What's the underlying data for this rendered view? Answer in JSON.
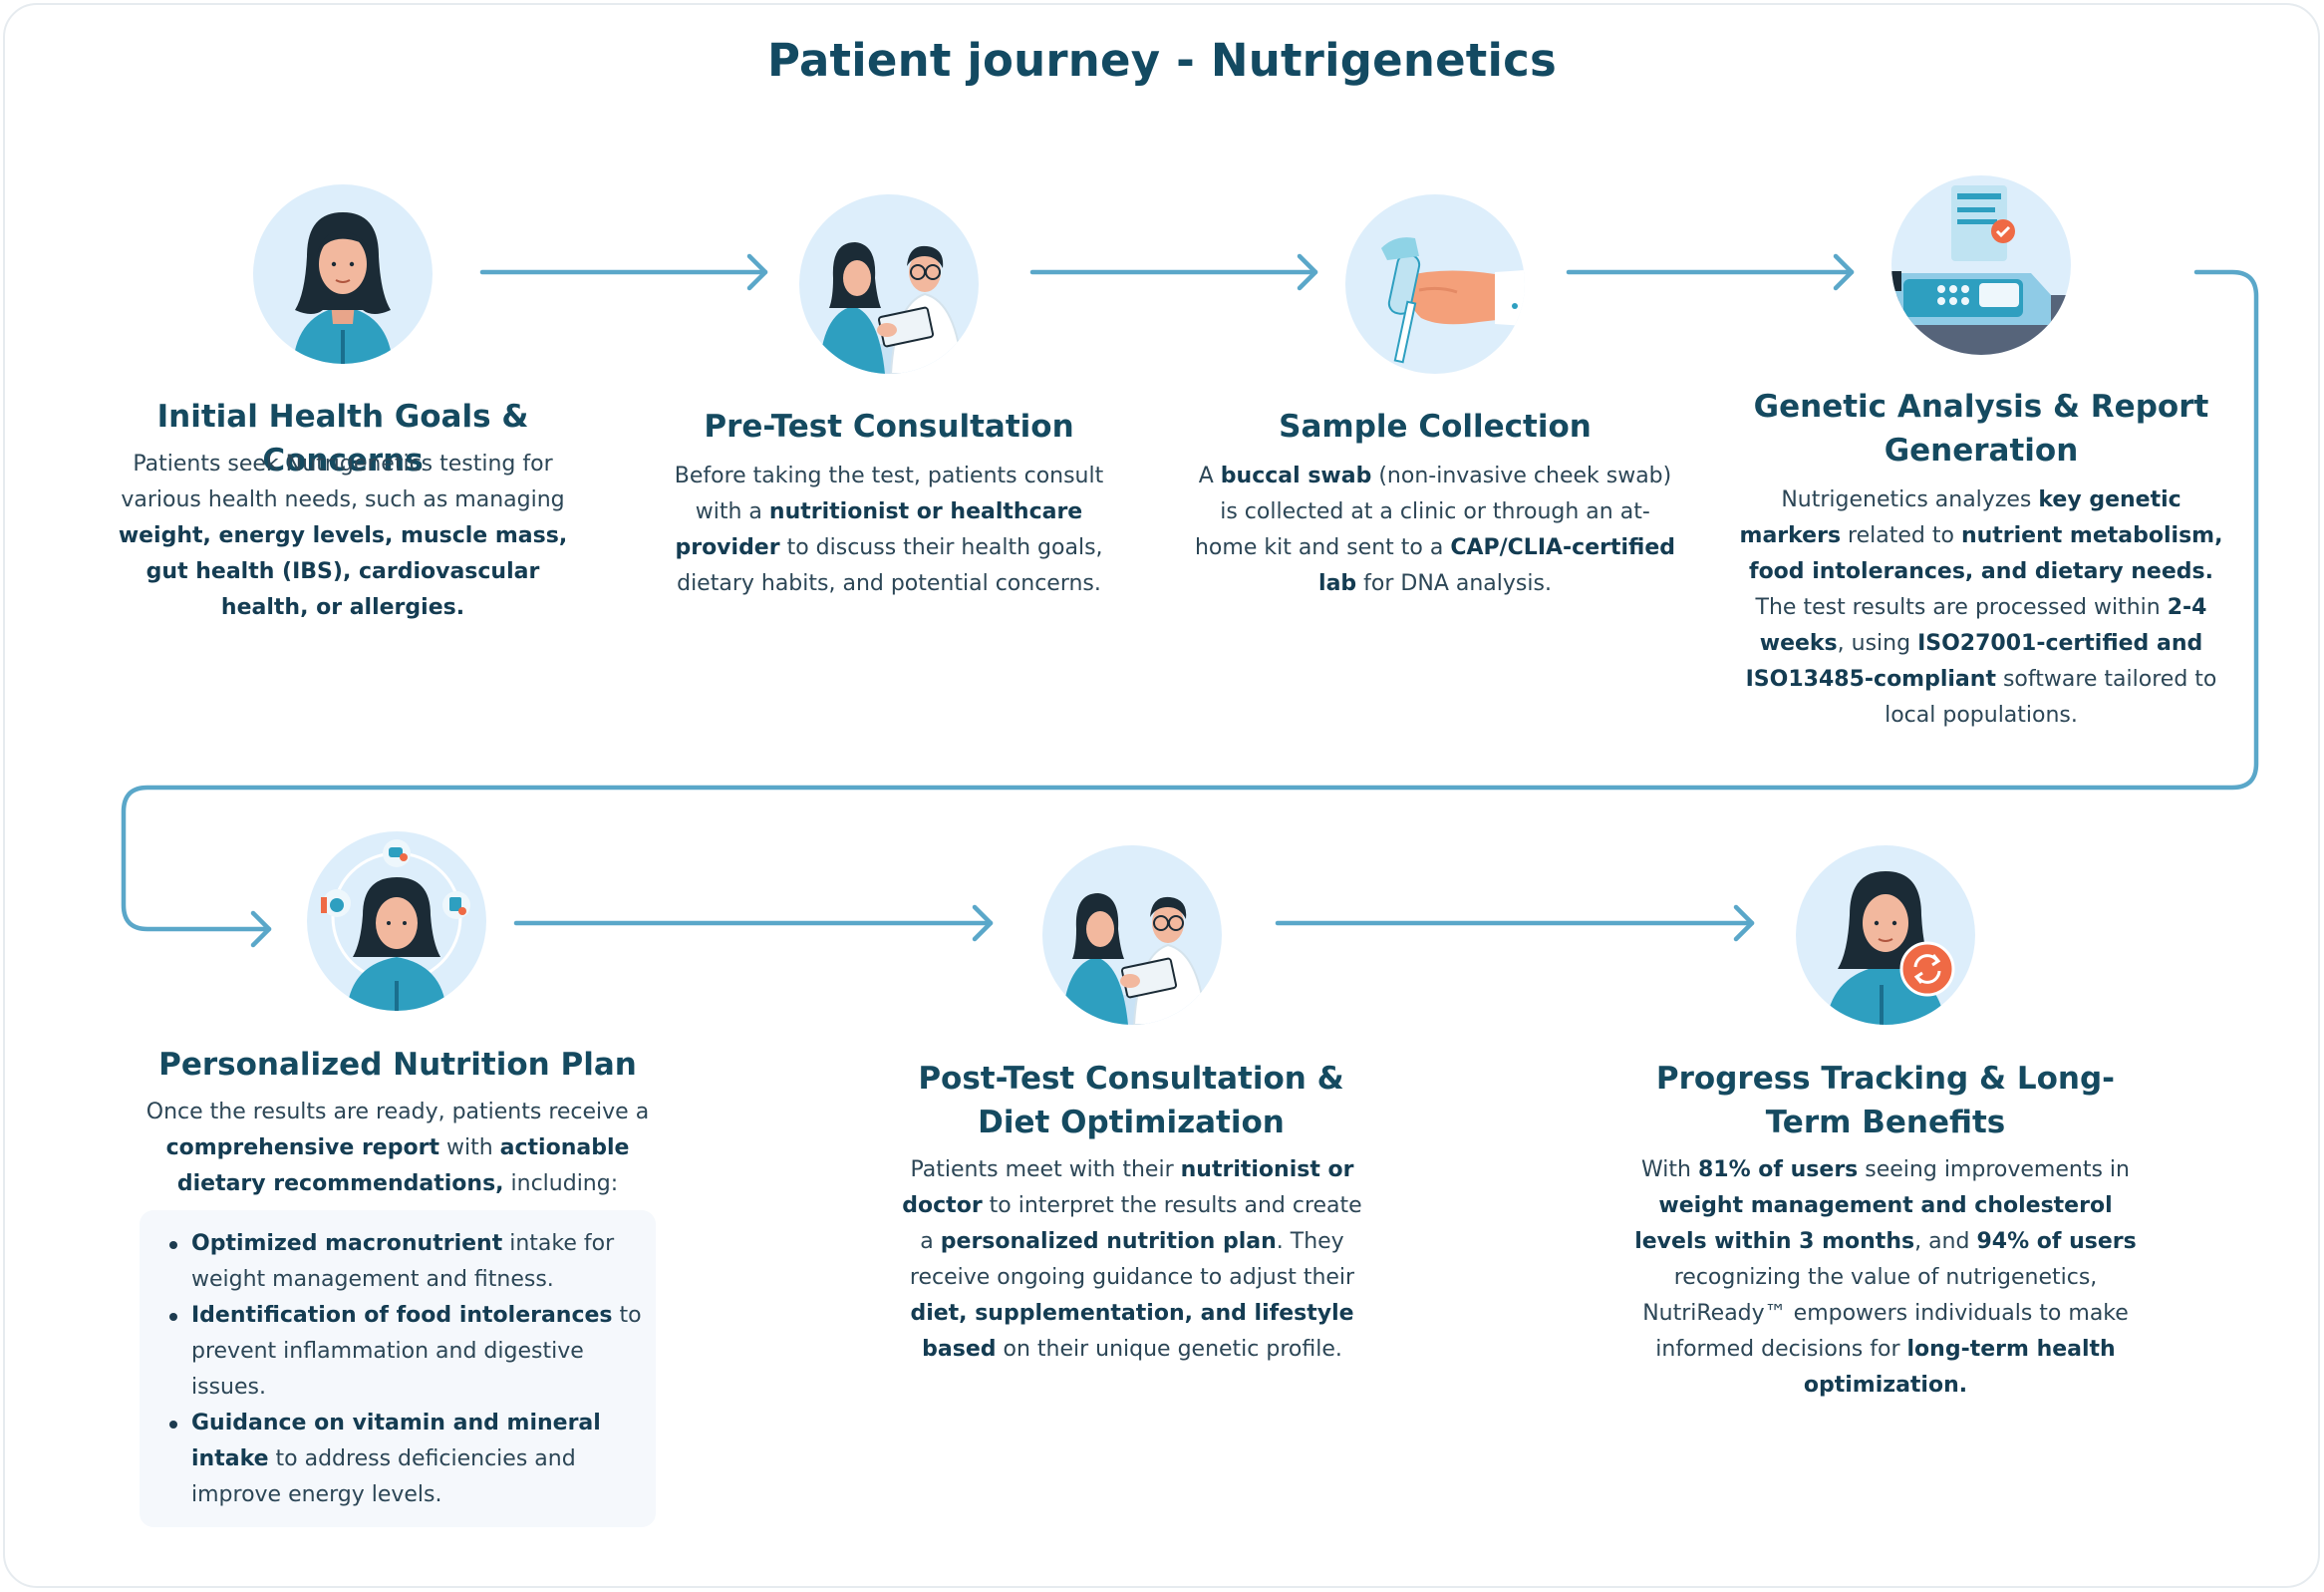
{
  "page": {
    "title": "Patient journey - Nutrigenetics"
  },
  "colors": {
    "arrow": "#5aa7c9",
    "title": "#134a62",
    "circle_bg": "#ddeefb",
    "shirt": "#2e9fc0",
    "accent_orange": "#ef6a45"
  },
  "steps": [
    {
      "icon": "patient-woman-icon",
      "title": "Initial Health Goals & Concerns",
      "desc_html": "Patients seek Nutrigenetics testing for various health needs, such as managing <b>weight, energy levels, muscle mass, gut health (IBS), cardiovascular health, or allergies.</b>"
    },
    {
      "icon": "consultation-icon",
      "title": "Pre-Test Consultation",
      "desc_html": "Before taking the test, patients consult with a <b>nutritionist or healthcare provider</b> to discuss their health goals, dietary habits, and potential concerns."
    },
    {
      "icon": "swab-sample-icon",
      "title": "Sample Collection",
      "desc_html": "A <b>buccal swab</b> (non-invasive cheek swab) is collected at a clinic or through an at-home kit and sent to a <b>CAP/CLIA-certified lab</b> for DNA analysis."
    },
    {
      "icon": "lab-report-icon",
      "title": "Genetic Analysis & Report Generation",
      "desc_html": "Nutrigenetics analyzes <b>key genetic markers</b> related to <b>nutrient metabolism, food intolerances, and dietary needs.</b> The test results are processed within <b>2-4 weeks</b>, using <b>ISO27001-certified and ISO13485-compliant</b> software tailored to local populations."
    },
    {
      "icon": "nutrition-plan-icon",
      "title": "Personalized Nutrition Plan",
      "desc_html": "Once the results are ready, patients receive a <b>comprehensive report</b> with <b>actionable dietary recommendations,</b> including:",
      "bullets_html": [
        "<b>Optimized macronutrient</b> intake for weight management and fitness.",
        "<b>Identification of food intolerances</b> to prevent inflammation and digestive issues.",
        "<b>Guidance on vitamin and mineral intake</b> to address deficiencies and improve energy levels."
      ]
    },
    {
      "icon": "consultation-icon",
      "title": "Post-Test Consultation & Diet Optimization",
      "desc_html": "Patients meet with their <b>nutritionist or doctor</b> to interpret the results and create a <b>personalized nutrition plan</b>. They receive ongoing guidance to adjust their <b>diet, supplementation, and lifestyle based</b> on their unique genetic profile."
    },
    {
      "icon": "progress-tracking-icon",
      "title": "Progress Tracking & Long-Term Benefits",
      "desc_html": "With <b>81% of users</b> seeing improvements in <b>weight management and cholesterol levels within 3 months</b>, and <b>94% of users</b> recognizing the value of nutrigenetics, NutriReady™ empowers individuals to make informed decisions for <b>long-term health optimization.</b>"
    }
  ]
}
